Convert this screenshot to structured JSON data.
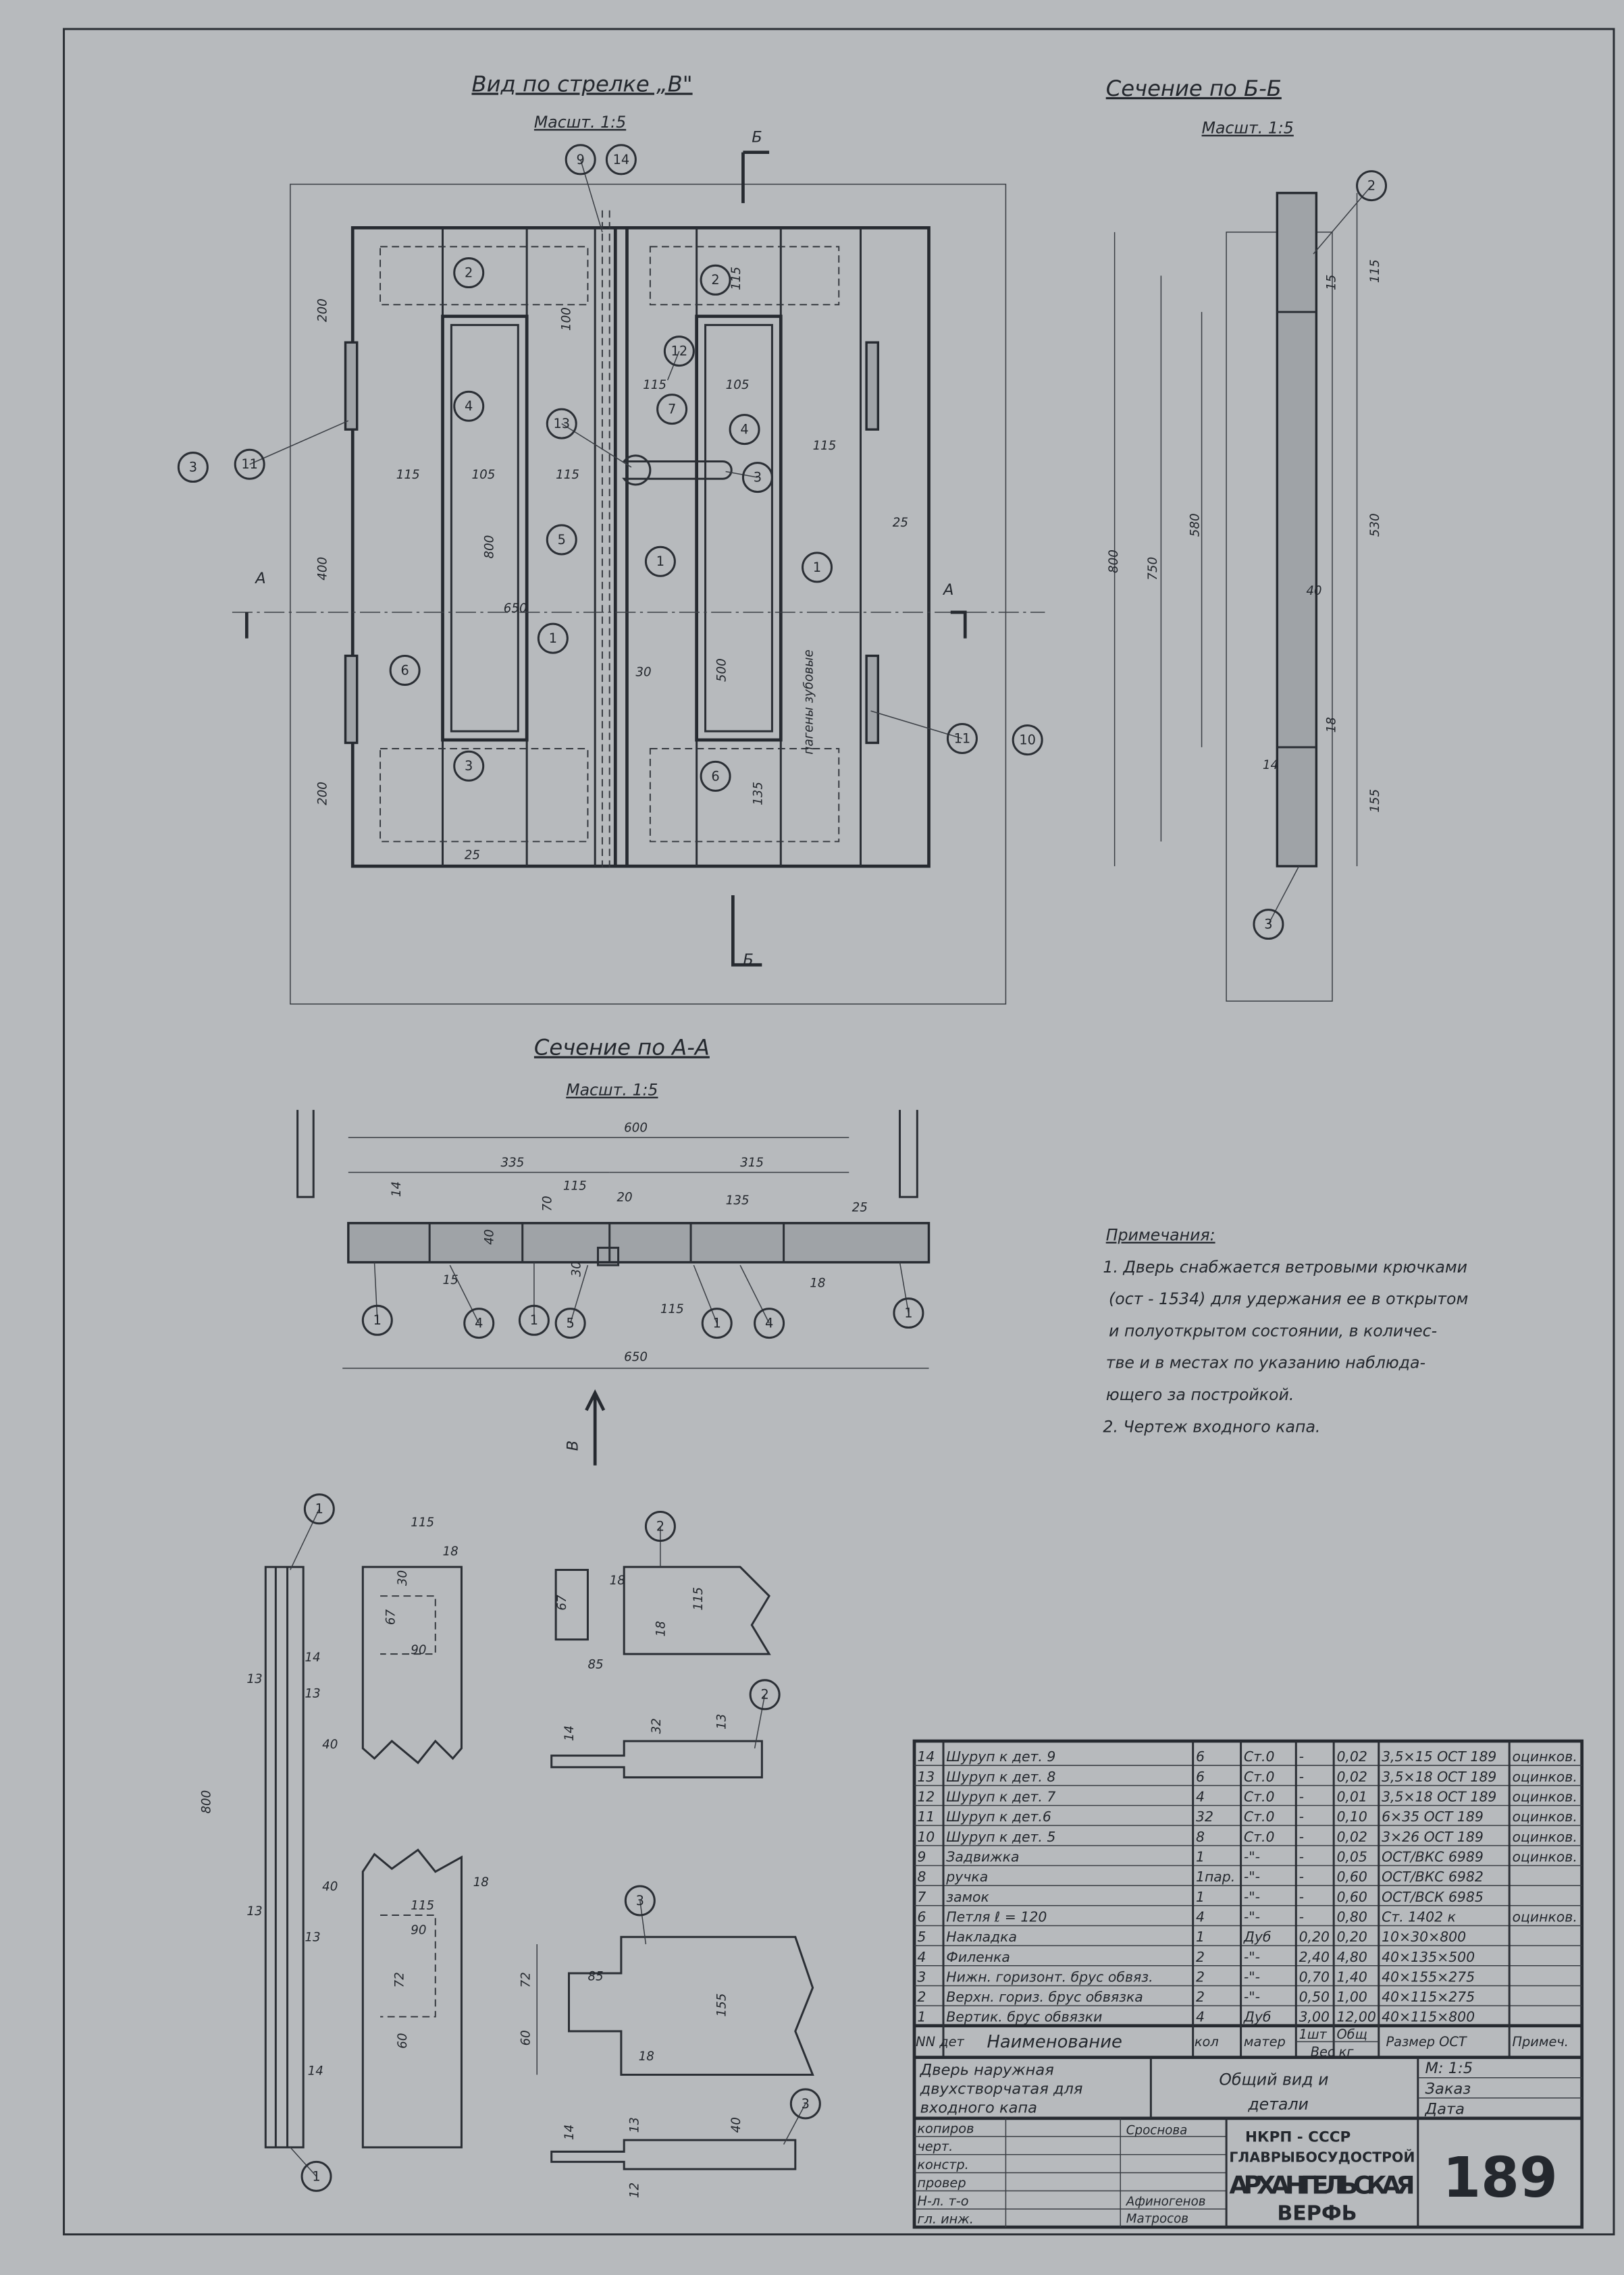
{
  "colors": {
    "paper": "#b7babd",
    "ink": "#2b2f35"
  },
  "views": {
    "main_title": "Вид по стрелке „В\"",
    "main_scale": "Масшт. 1:5",
    "bb_title": "Сечение по Б-Б",
    "bb_scale": "Масшт. 1:5",
    "aa_title": "Сечение по А-А",
    "aa_scale": "Масшт. 1:5",
    "section_letter_a": "А",
    "section_letter_b": "Б",
    "arrow_letter_v": "В",
    "side_note": "пагены зубовые"
  },
  "dims_main": [
    "200",
    "400",
    "200",
    "115",
    "105",
    "115",
    "650",
    "800",
    "500",
    "30",
    "25",
    "135",
    "115",
    "105",
    "115",
    "25",
    "100",
    "115"
  ],
  "callouts_main": [
    "9",
    "14",
    "2",
    "2",
    "4",
    "4",
    "13",
    "12",
    "7",
    "3",
    "5",
    "1",
    "1",
    "1",
    "6",
    "11",
    "3",
    "3",
    "6",
    "11",
    "10"
  ],
  "dims_bb": [
    "115",
    "15",
    "530",
    "40",
    "800",
    "750",
    "580",
    "18",
    "14",
    "155"
  ],
  "callouts_bb": [
    "2",
    "3"
  ],
  "dims_aa": [
    "600",
    "335",
    "315",
    "115",
    "20",
    "135",
    "25",
    "14",
    "70",
    "40",
    "30",
    "15",
    "18",
    "115",
    "650"
  ],
  "callouts_aa": [
    "1",
    "4",
    "1",
    "5",
    "1",
    "4",
    "1"
  ],
  "dims_details": [
    "115",
    "18",
    "30",
    "67",
    "90",
    "14",
    "13",
    "13",
    "40",
    "800",
    "115",
    "90",
    "18",
    "40",
    "13",
    "13",
    "72",
    "60",
    "14",
    "18",
    "67",
    "85",
    "18",
    "115",
    "14",
    "32",
    "13",
    "85",
    "72",
    "60",
    "18",
    "155",
    "14",
    "13",
    "40",
    "12"
  ],
  "callouts_details": [
    "1",
    "1",
    "2",
    "2",
    "3",
    "3"
  ],
  "notes": {
    "title": "Примечания:",
    "lines": [
      "1. Дверь снабжается ветровыми крючками",
      "(ост - 1534) для удержания ее в открытом",
      "и полуоткрытом состоянии, в количес-",
      "тве и в местах по указанию наблюда-",
      "ющего за постройкой.",
      "2. Чертеж входного капа."
    ]
  },
  "parts_table": {
    "rows": [
      {
        "no": "14",
        "name": "Шуруп к дет. 9",
        "qty": "6",
        "material": "Ст.0",
        "w1": "-",
        "wt": "0,02",
        "size": "3,5×15 ОСТ 189",
        "note": "оцинков."
      },
      {
        "no": "13",
        "name": "Шуруп к дет. 8",
        "qty": "6",
        "material": "Ст.0",
        "w1": "-",
        "wt": "0,02",
        "size": "3,5×18 ОСТ 189",
        "note": "оцинков."
      },
      {
        "no": "12",
        "name": "Шуруп к дет. 7",
        "qty": "4",
        "material": "Ст.0",
        "w1": "-",
        "wt": "0,01",
        "size": "3,5×18 ОСТ 189",
        "note": "оцинков."
      },
      {
        "no": "11",
        "name": "Шуруп к дет.6",
        "qty": "32",
        "material": "Ст.0",
        "w1": "-",
        "wt": "0,10",
        "size": "6×35 ОСТ 189",
        "note": "оцинков."
      },
      {
        "no": "10",
        "name": "Шуруп к дет. 5",
        "qty": "8",
        "material": "Ст.0",
        "w1": "-",
        "wt": "0,02",
        "size": "3×26 ОСТ 189",
        "note": "оцинков."
      },
      {
        "no": "9",
        "name": "Задвижка",
        "qty": "1",
        "material": "-\"-",
        "w1": "-",
        "wt": "0,05",
        "size": "ОСТ/ВКС 6989",
        "note": "оцинков."
      },
      {
        "no": "8",
        "name": "ручка",
        "qty": "1пар.",
        "material": "-\"-",
        "w1": "-",
        "wt": "0,60",
        "size": "ОСТ/ВКС 6982",
        "note": ""
      },
      {
        "no": "7",
        "name": "замок",
        "qty": "1",
        "material": "-\"-",
        "w1": "-",
        "wt": "0,60",
        "size": "ОСТ/ВСК 6985",
        "note": ""
      },
      {
        "no": "6",
        "name": "Петля  ℓ = 120",
        "qty": "4",
        "material": "-\"-",
        "w1": "-",
        "wt": "0,80",
        "size": "Ст. 1402 к",
        "note": "оцинков."
      },
      {
        "no": "5",
        "name": "Накладка",
        "qty": "1",
        "material": "Дуб",
        "w1": "0,20",
        "wt": "0,20",
        "size": "10×30×800",
        "note": ""
      },
      {
        "no": "4",
        "name": "Филенка",
        "qty": "2",
        "material": "-\"-",
        "w1": "2,40",
        "wt": "4,80",
        "size": "40×135×500",
        "note": ""
      },
      {
        "no": "3",
        "name": "Нижн. горизонт. брус обвяз.",
        "qty": "2",
        "material": "-\"-",
        "w1": "0,70",
        "wt": "1,40",
        "size": "40×155×275",
        "note": ""
      },
      {
        "no": "2",
        "name": "Верхн. гориз. брус обвязка",
        "qty": "2",
        "material": "-\"-",
        "w1": "0,50",
        "wt": "1,00",
        "size": "40×115×275",
        "note": ""
      },
      {
        "no": "1",
        "name": "Вертик. брус обвязки",
        "qty": "4",
        "material": "Дуб",
        "w1": "3,00",
        "wt": "12,00",
        "size": "40×115×800",
        "note": ""
      }
    ],
    "header": {
      "no": "NN дет",
      "name": "Наименование",
      "qty": "кол",
      "material": "матер",
      "w1": "1шт",
      "wt": "Общ",
      "weight": "Вес кг",
      "size": "Размер ОСТ",
      "note": "Примеч."
    }
  },
  "title_block": {
    "object": [
      "Дверь наружная",
      "двухстворчатая для",
      "входного капа"
    ],
    "sheet": [
      "Общий вид и",
      "детали"
    ],
    "scale": "М: 1:5",
    "order": "Заказ",
    "date": "Дата",
    "roles": [
      "копиров",
      "черт.",
      "констр.",
      "провер",
      "Н-л. т-о",
      "гл. инж."
    ],
    "names": [
      "Сроснова",
      "Афиногенов",
      "Матросов"
    ],
    "org": [
      "НКРП - СССР",
      "ГЛАВРЫБОСУДОСТРОЙ",
      "АРХАНГЕЛЬСКАЯ",
      "ВЕРФЬ"
    ],
    "drawing_no": "189"
  }
}
